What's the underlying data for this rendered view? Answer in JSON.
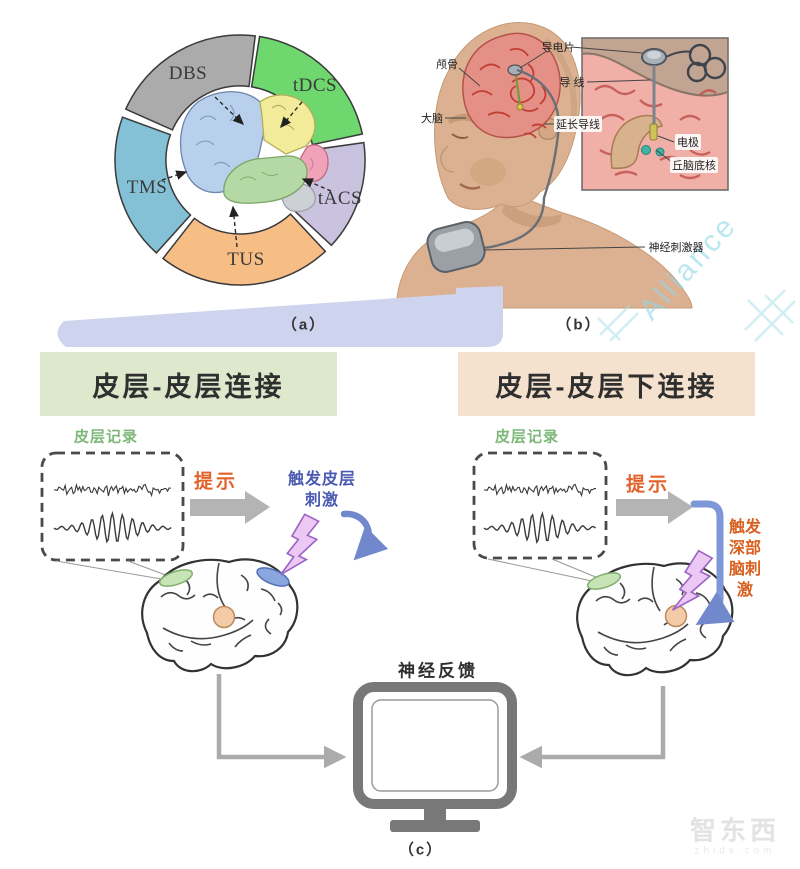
{
  "figure": {
    "panel_a_label": "（a）",
    "panel_b_label": "（b）",
    "panel_c_label": "（c）"
  },
  "panel_a": {
    "segments": [
      {
        "label": "DBS",
        "color": "#ababab"
      },
      {
        "label": "tDCS",
        "color": "#6ed86e"
      },
      {
        "label": "tACS",
        "color": "#cac3df"
      },
      {
        "label": "TUS",
        "color": "#f6bd85"
      },
      {
        "label": "TMS",
        "color": "#84c0d6"
      }
    ]
  },
  "panel_b": {
    "labels": {
      "skull": "颅骨",
      "brain": "大脑",
      "conductive_pad": "导电片",
      "lead": "导 线",
      "extension_lead": "延长导线",
      "electrode": "电极",
      "subthalamic_nucleus": "丘脑底核",
      "neurostimulator": "神经刺激器"
    }
  },
  "panel_c": {
    "left": {
      "title": "皮层-皮层连接",
      "recording": "皮层记录",
      "cue": "提示",
      "stim_line1": "触发皮层",
      "stim_line2": "刺激",
      "title_bg": "#dde8cd"
    },
    "right": {
      "title": "皮层-皮层下连接",
      "recording": "皮层记录",
      "cue": "提示",
      "stim": "触发深部脑刺激",
      "title_bg": "#f4e2ce"
    },
    "neurofeedback": "神经反馈",
    "colors": {
      "cue_text": "#e2622b",
      "cortical_stim_text": "#4a5ab2",
      "deep_stim_text": "#d95f1e",
      "recording_text": "#7db879"
    }
  },
  "watermark": {
    "alliance": "Alliance",
    "brand": "智东西",
    "brand_domain": "zhidx.com"
  }
}
